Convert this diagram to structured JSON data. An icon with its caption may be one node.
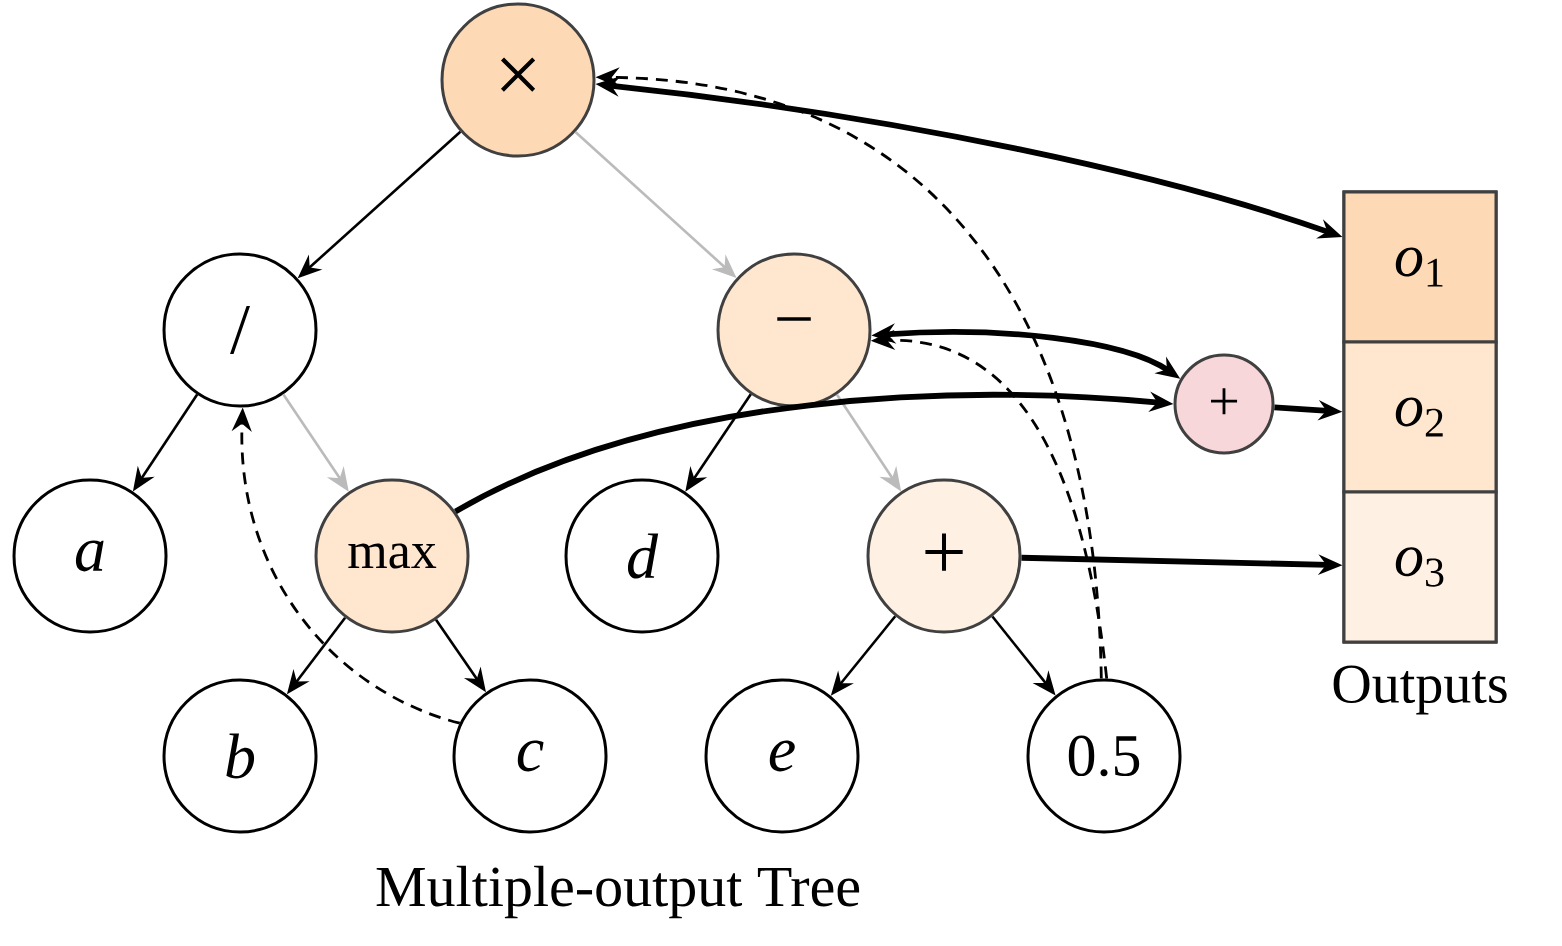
{
  "diagram": {
    "caption": "Multiple-output Tree",
    "nodes": [
      {
        "text": [
          "×"
        ]
      },
      {
        "text": [
          "/"
        ]
      },
      {
        "text": [
          "−"
        ]
      },
      {
        "text": [
          "+"
        ]
      },
      {
        "text": [
          "Outputs"
        ]
      },
      {
        "text": [
          "*o*$_{1}$"
        ],
        "in": 4
      },
      {
        "text": [
          "*o*$_{2}$"
        ],
        "in": 4
      },
      {
        "text": [
          "*o*$_{3}$"
        ],
        "in": 4
      },
      {
        "text": [
          "a"
        ]
      },
      {
        "text": [
          "max"
        ]
      },
      {
        "text": [
          "d"
        ]
      },
      {
        "text": [
          "+"
        ]
      },
      {
        "text": [
          "b"
        ]
      },
      {
        "text": [
          "c"
        ]
      },
      {
        "text": [
          "e"
        ]
      },
      {
        "text": [
          "0.5"
        ]
      }
    ],
    "edges": [
      {
        "from": 0,
        "to": 1,
        "arrow": "to"
      },
      {
        "from": 0,
        "to": 2,
        "arrow": "to",
        "color": "#bbbbbb"
      },
      {
        "from": 1,
        "to": 8,
        "arrow": "to"
      },
      {
        "from": 1,
        "to": 9,
        "arrow": "to",
        "color": "#bbbbbb"
      },
      {
        "from": 2,
        "to": 10,
        "arrow": "to"
      },
      {
        "from": 2,
        "to": 11,
        "arrow": "to",
        "color": "#bbbbbb"
      },
      {
        "from": 9,
        "to": 12,
        "arrow": "to"
      },
      {
        "from": 9,
        "to": 13,
        "arrow": "to"
      },
      {
        "from": 11,
        "to": 14,
        "arrow": "to"
      },
      {
        "from": 11,
        "to": 15,
        "arrow": "to"
      },
      {
        "from": 0,
        "to": 5,
        "arrow": "both",
        "style": "thick"
      },
      {
        "from": 2,
        "to": 3,
        "arrow": "both",
        "style": "thick"
      },
      {
        "from": 9,
        "to": 3,
        "arrow": "to",
        "style": "thick"
      },
      {
        "from": 3,
        "to": 6,
        "arrow": "to",
        "style": "thick"
      },
      {
        "from": 11,
        "to": 7,
        "arrow": "to",
        "style": "thick"
      },
      {
        "from": 13,
        "to": 1,
        "arrow": "to",
        "style": "dashed"
      },
      {
        "from": 15,
        "to": 0,
        "arrow": "to",
        "style": "dashed"
      },
      {
        "from": 15,
        "to": 2,
        "arrow": "to",
        "style": "dashed"
      }
    ]
  }
}
